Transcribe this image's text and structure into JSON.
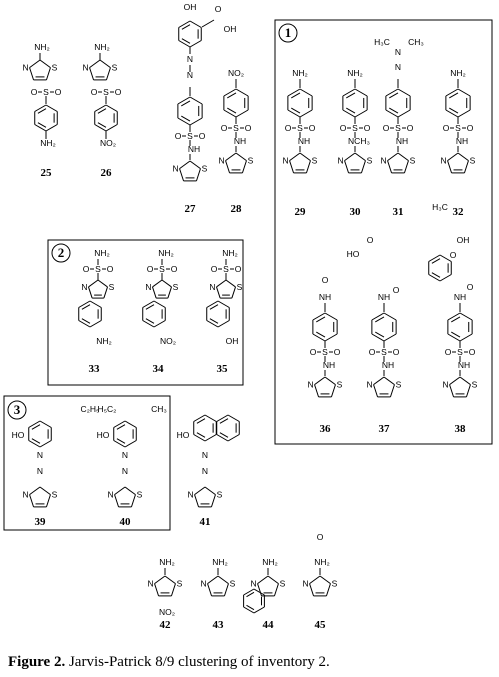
{
  "figure": {
    "caption_label": "Figure 2.",
    "caption_text": "Jarvis-Patrick 8/9 clustering of inventory 2."
  },
  "clusters": [
    {
      "label": "1"
    },
    {
      "label": "2"
    },
    {
      "label": "3"
    }
  ],
  "compounds": [
    {
      "id": "25"
    },
    {
      "id": "26"
    },
    {
      "id": "27"
    },
    {
      "id": "28"
    },
    {
      "id": "29"
    },
    {
      "id": "30"
    },
    {
      "id": "31"
    },
    {
      "id": "32"
    },
    {
      "id": "33"
    },
    {
      "id": "34"
    },
    {
      "id": "35"
    },
    {
      "id": "36"
    },
    {
      "id": "37"
    },
    {
      "id": "38"
    },
    {
      "id": "39"
    },
    {
      "id": "40"
    },
    {
      "id": "41"
    },
    {
      "id": "42"
    },
    {
      "id": "43"
    },
    {
      "id": "44"
    },
    {
      "id": "45"
    }
  ],
  "atom_labels": {
    "nh2": "NH₂",
    "no2": "NO₂",
    "oh": "OH",
    "ho": "HO",
    "o": "O",
    "s": "S",
    "n": "N",
    "nh": "NH",
    "nch3": "NCH₃",
    "h3c": "H₃C",
    "ch3": "CH₃",
    "ho_text": "HO",
    "et": "H₅C₂",
    "c2h5": "C₂H₅",
    "ch3_40": "CH₃"
  }
}
